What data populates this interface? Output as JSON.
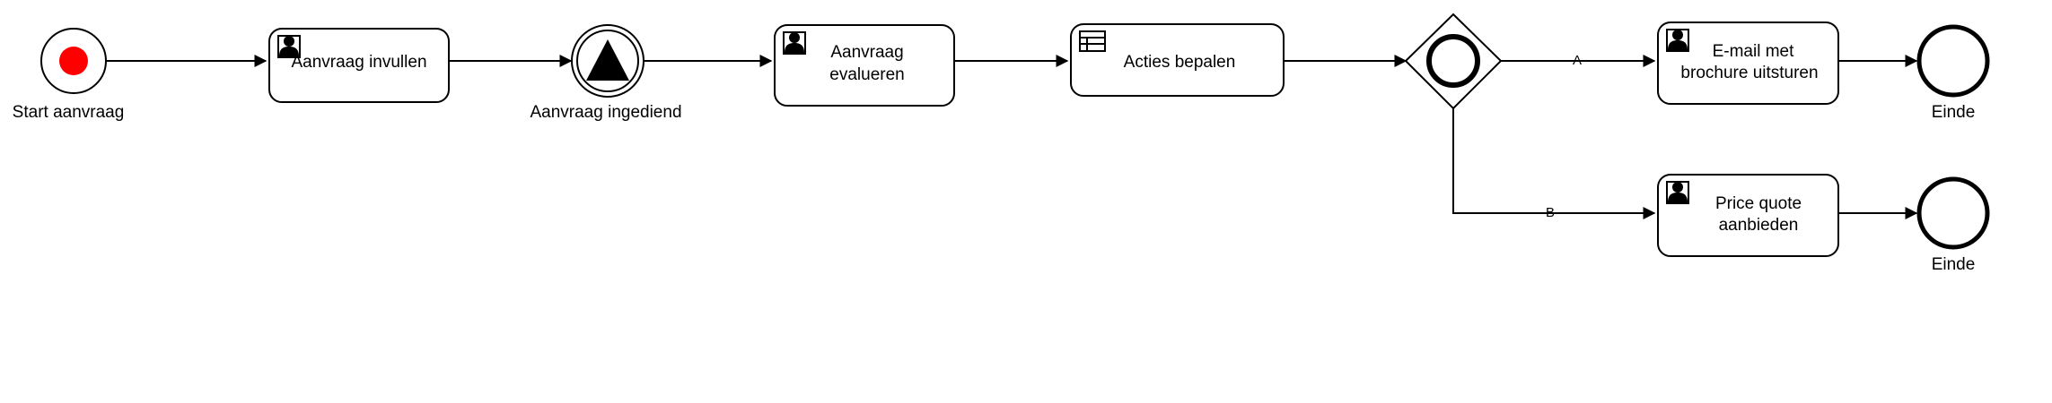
{
  "diagram": {
    "type": "bpmn-process",
    "title": "",
    "background_color": "#ffffff",
    "stroke_color": "#000000",
    "start_event_fill": "#ff0000"
  },
  "nodes": {
    "start_event": {
      "label": "Start aanvraag",
      "icon": "start-event-circle",
      "shape": "circle"
    },
    "task_aanvraag_invullen": {
      "label": "Aanvraag invullen",
      "icon": "user-task-icon",
      "shape": "rounded-rect"
    },
    "signal_event": {
      "label": "Aanvraag ingediend",
      "icon": "signal-triangle-icon",
      "shape": "double-circle"
    },
    "task_aanvraag_evalueren": {
      "line1": "Aanvraag",
      "line2": "evalueren",
      "icon": "user-task-icon",
      "shape": "rounded-rect"
    },
    "task_acties_bepalen": {
      "label": "Acties bepalen",
      "icon": "business-rule-task-icon",
      "shape": "rounded-rect"
    },
    "gateway": {
      "label": "",
      "icon": "inclusive-gateway-icon",
      "shape": "diamond"
    },
    "task_email_brochure": {
      "line1": "E-mail met",
      "line2": "brochure uitsturen",
      "icon": "user-task-icon",
      "shape": "rounded-rect"
    },
    "end_event_top": {
      "label": "Einde",
      "icon": "end-event-circle",
      "shape": "circle-thick"
    },
    "task_price_quote": {
      "line1": "Price quote",
      "line2": "aanbieden",
      "icon": "user-task-icon",
      "shape": "rounded-rect"
    },
    "end_event_bottom": {
      "label": "Einde",
      "icon": "end-event-circle",
      "shape": "circle-thick"
    }
  },
  "flows": {
    "branch_a_label": "A",
    "branch_b_label": "B"
  }
}
